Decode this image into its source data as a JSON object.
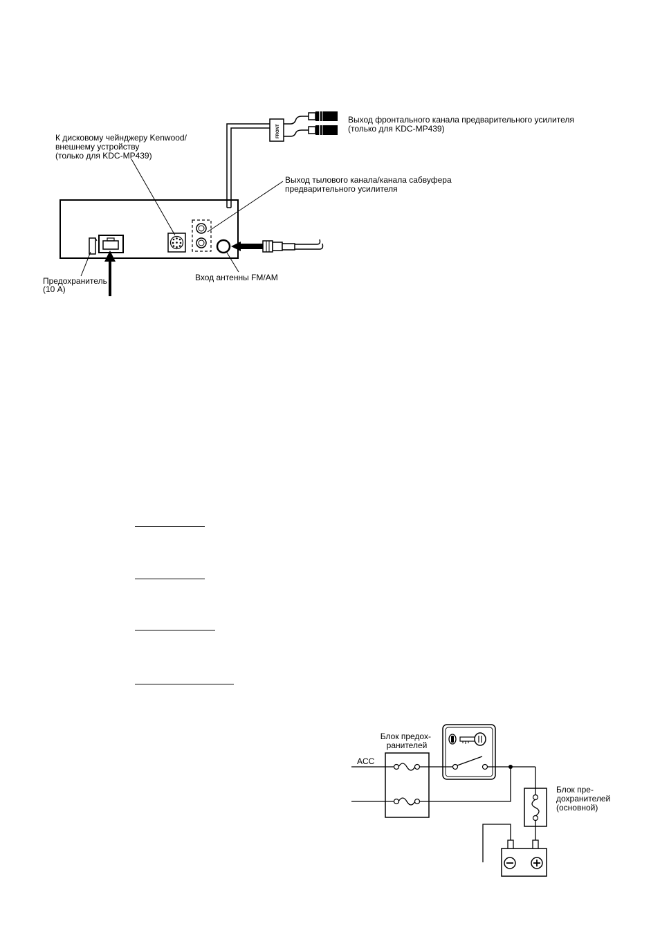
{
  "top_diagram": {
    "front_output_label": [
      "Выход фронтального канала предварительного усилителя",
      "(только для KDC-MP439)"
    ],
    "front_box_label": "FRONT",
    "changer_label": [
      "К дисковому чейнджеру Kenwood/",
      "внешнему устройству",
      "(только для KDC-MP439)"
    ],
    "rear_output_label": [
      "Выход тылового канала/канала сабвуфера",
      "предварительного усилителя"
    ],
    "antenna_label": "Вход антенны FM/AM",
    "fuse_label": [
      "Предохранитель",
      "(10 A)"
    ]
  },
  "wiring_diagram": {
    "fuse_block_label": [
      "Блок предох-",
      "ранителей"
    ],
    "acc_label": "ACC",
    "main_fuse_block_label": [
      "Блок пре-",
      "дохранителей",
      "(основной)"
    ]
  }
}
